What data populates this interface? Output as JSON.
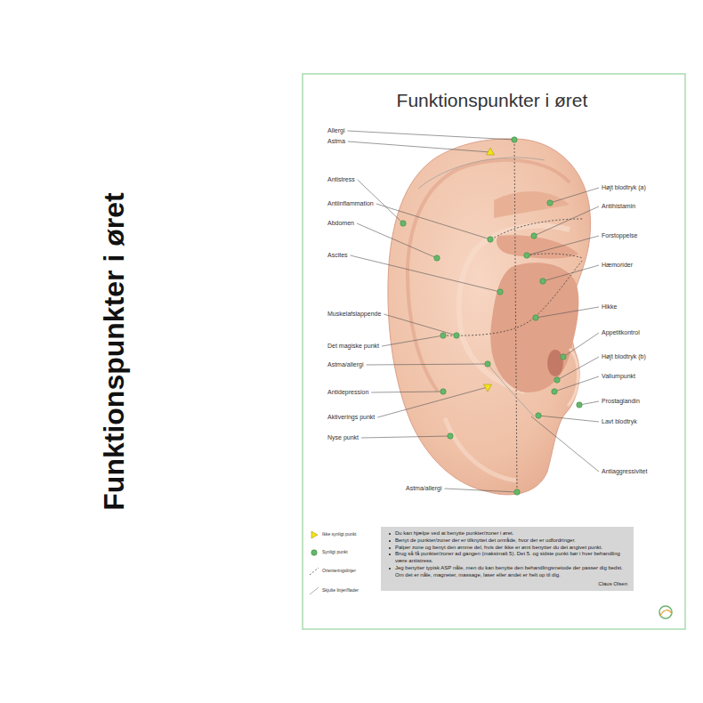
{
  "diagram": {
    "title": "Funktionspunkter i øret",
    "nodes": [
      {
        "text": [
          "Du kan hjælpe ved at benytte punkter/zoner i øret.",
          "Benyt de punkter/zoner der er tilknyttet det område, hvor der er udfordringer.",
          "Palper zone og benyt den ømme del, hvis der ikke er ømt benytter du det angivet punkt.",
          "Brug så få punkter/zoner ad gangen (maksimalt 5). Det 5. og sidste punkt bør i hver behandling være antistress.",
          "Jeg benytter typisk ASP nåle, men du kan benytte den behandlingsmetode der passer dig bedst. Om det er nåle, magneter, massage, laser eller andet er helt op til dig.",
          "Claus Olsen"
        ]
      }
    ],
    "labels": [
      "Funktionspunkter i øret",
      "Allergi",
      "Astma",
      "Antistress",
      "Antiinflammation",
      "Abdomen",
      "Ascites",
      "Muskelafslappende",
      "Det magiske punkt",
      "Astma/allergi",
      "Antidepression",
      "Aktiverings punkt",
      "Nyse punkt",
      "Astma/allergi",
      "Højt blodtryk (a)",
      "Antihistamin",
      "Forstoppelse",
      "Hæmorider",
      "Hikke",
      "Appetitkontrol",
      "Højt blodtryk (b)",
      "Valiumpunkt",
      "Prostaglandin",
      "Lavt blodtryk",
      "Antiaggressivitet"
    ],
    "legend": [
      {
        "text": "Ikke synligt punkt"
      },
      {
        "text": "Synligt punkt"
      },
      {
        "text": "Orienteringslinjer"
      },
      {
        "text": "Skjulte linjer/flader"
      }
    ]
  }
}
